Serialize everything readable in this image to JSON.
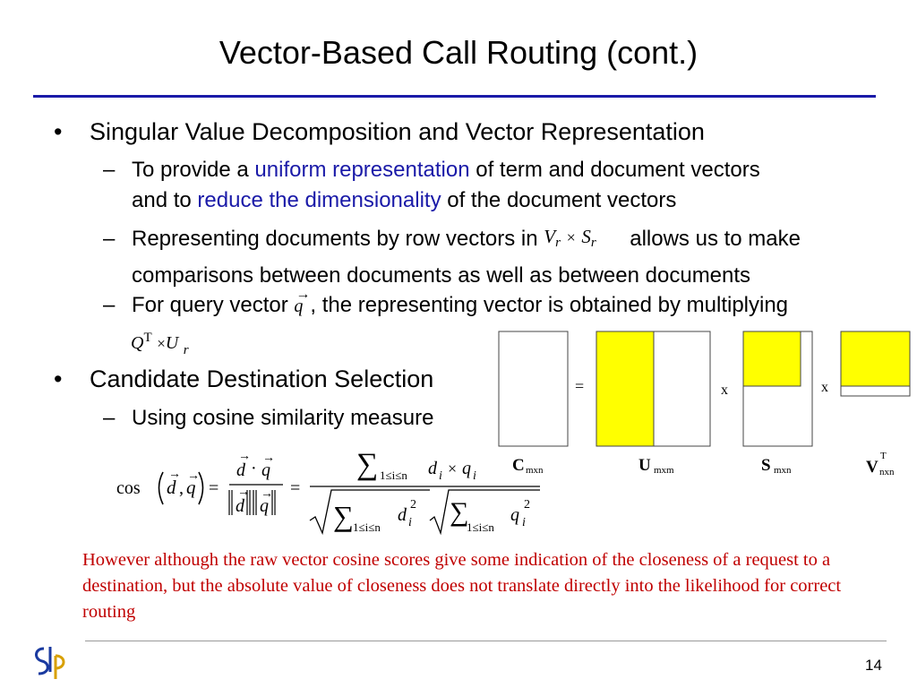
{
  "slide": {
    "title": "Vector-Based Call Routing (cont.)",
    "page_number": "14"
  },
  "bullets": [
    {
      "text": "Singular Value Decomposition and Vector Representation",
      "subs": [
        {
          "line1_pre": "To provide a ",
          "line1_hl": "uniform representation",
          "line1_post": " of term and document vectors",
          "line2_pre": "and to ",
          "line2_hl": "reduce the dimensionality",
          "line2_post": " of the document vectors"
        },
        {
          "line1_pre": "Representing documents by row vectors in",
          "line1_post": "allows us to make",
          "line2": "comparisons between documents as well as between documents"
        },
        {
          "line1_pre": "For query vector",
          "line1_post": ", the representing vector is obtained by multiplying"
        }
      ]
    },
    {
      "text": "Candidate Destination Selection",
      "subs": [
        {
          "line1": "Using cosine similarity measure"
        }
      ]
    }
  ],
  "math": {
    "vr": "V",
    "r": "r",
    "times": "×",
    "sr": "S",
    "q": "q",
    "Q": "Q",
    "T": "T",
    "U": "U",
    "cos": "cos",
    "d": "d",
    "comma": ",",
    "eq": "=",
    "dot": "·",
    "sum": "∑",
    "range": "1≤i≤n",
    "i": "i",
    "two": "2"
  },
  "diagram": {
    "eq": "=",
    "x1": "x",
    "x2": "x",
    "C": "C",
    "C_sub": "mxn",
    "U": "U",
    "U_sub": "mxm",
    "S": "S",
    "S_sub": "mxn",
    "V": "V",
    "V_sup": "T",
    "V_sub": "nxn",
    "colors": {
      "highlight": "#ffff00",
      "border": "#444444"
    }
  },
  "note": {
    "text": "However although the raw vector cosine scores give some indication of the closeness of a request to a destination, but the absolute value of closeness does not translate directly into the likelihood for correct routing",
    "color": "#c00000"
  },
  "theme": {
    "accent": "#1a1aa8"
  }
}
